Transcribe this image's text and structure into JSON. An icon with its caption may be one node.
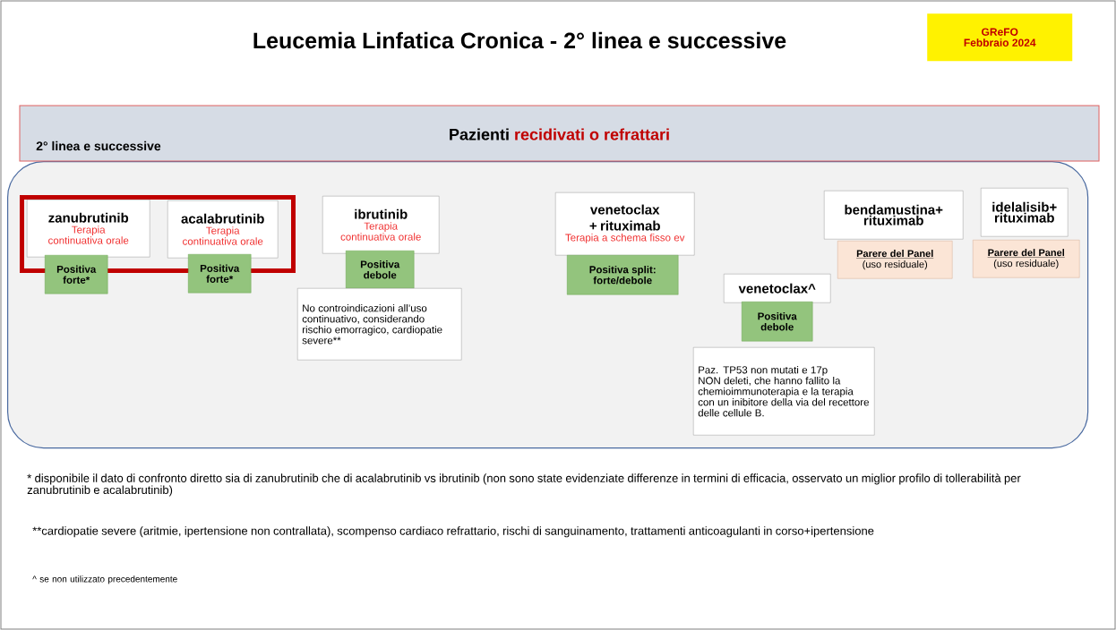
{
  "diagram": {
    "title": "Leucemia Linfatica Cronica - 2° linea e successive",
    "nodes": [
      {
        "text": [
          "GReFO",
          "Febbraio 2024"
        ]
      },
      {
        "text": [
          "Pazienti",
          "recidivati o refrattari",
          "2° linea e successive"
        ]
      },
      {
        "text": [],
        "shape": "box"
      },
      {
        "text": [],
        "shape": "box",
        "in": 2
      },
      {
        "text": [
          "zanubrutinib",
          "Terapia continuativa orale"
        ],
        "in": 3
      },
      {
        "text": [
          "Positiva forte*"
        ],
        "in": 2
      },
      {
        "text": [
          "acalabrutinib",
          "Terapia continuativa orale"
        ],
        "in": 3
      },
      {
        "text": [
          "Positiva forte*"
        ],
        "in": 2
      },
      {
        "text": [
          "ibrutinib",
          "Terapia continuativa orale"
        ],
        "in": 2
      },
      {
        "text": [
          "Positiva debole"
        ],
        "in": 2
      },
      {
        "text": [
          "No controindicazioni all’uso continuativo, considerando rischio emorragico, cardiopatie severe**"
        ],
        "in": 2
      },
      {
        "text": [
          "venetoclax + rituximab",
          "Terapia a schema fisso ev"
        ],
        "in": 2
      },
      {
        "text": [
          "Positiva split: forte/debole"
        ],
        "in": 2
      },
      {
        "text": [
          "bendamustina+ rituximab"
        ],
        "in": 2
      },
      {
        "text": [
          "Parere del Panel",
          "(uso residuale)"
        ],
        "in": 2
      },
      {
        "text": [
          "idelalisib+ rituximab"
        ],
        "in": 2
      },
      {
        "text": [
          "Parere del Panel",
          "(uso residuale)"
        ],
        "in": 2
      },
      {
        "text": [
          "venetoclax^"
        ],
        "in": 2
      },
      {
        "text": [
          "Positiva debole"
        ],
        "in": 2
      },
      {
        "text": [
          "Paz. TP53 non mutati e 17p NON deleti, che hanno fallito la chemioimmunoterapia e la terapia con un inibitore della via del recettore delle cellule B."
        ],
        "in": 2
      }
    ],
    "labels": [
      "* disponibile il dato di confronto diretto sia di zanubrutinib che di acalabrutinib vs ibrutinib (non sono state evidenziate differenze in termini di efficacia, osservato un miglior profilo di tollerabilità per zanubrutinib e acalabrutinib)",
      "**cardiopatie severe (aritmie, ipertensione non contrallata), scompenso cardiaco refrattario, rischi di sanguinamento, trattamenti anticoagulanti in corso+ipertensione",
      "^ se non utilizzato precedentemente"
    ]
  }
}
